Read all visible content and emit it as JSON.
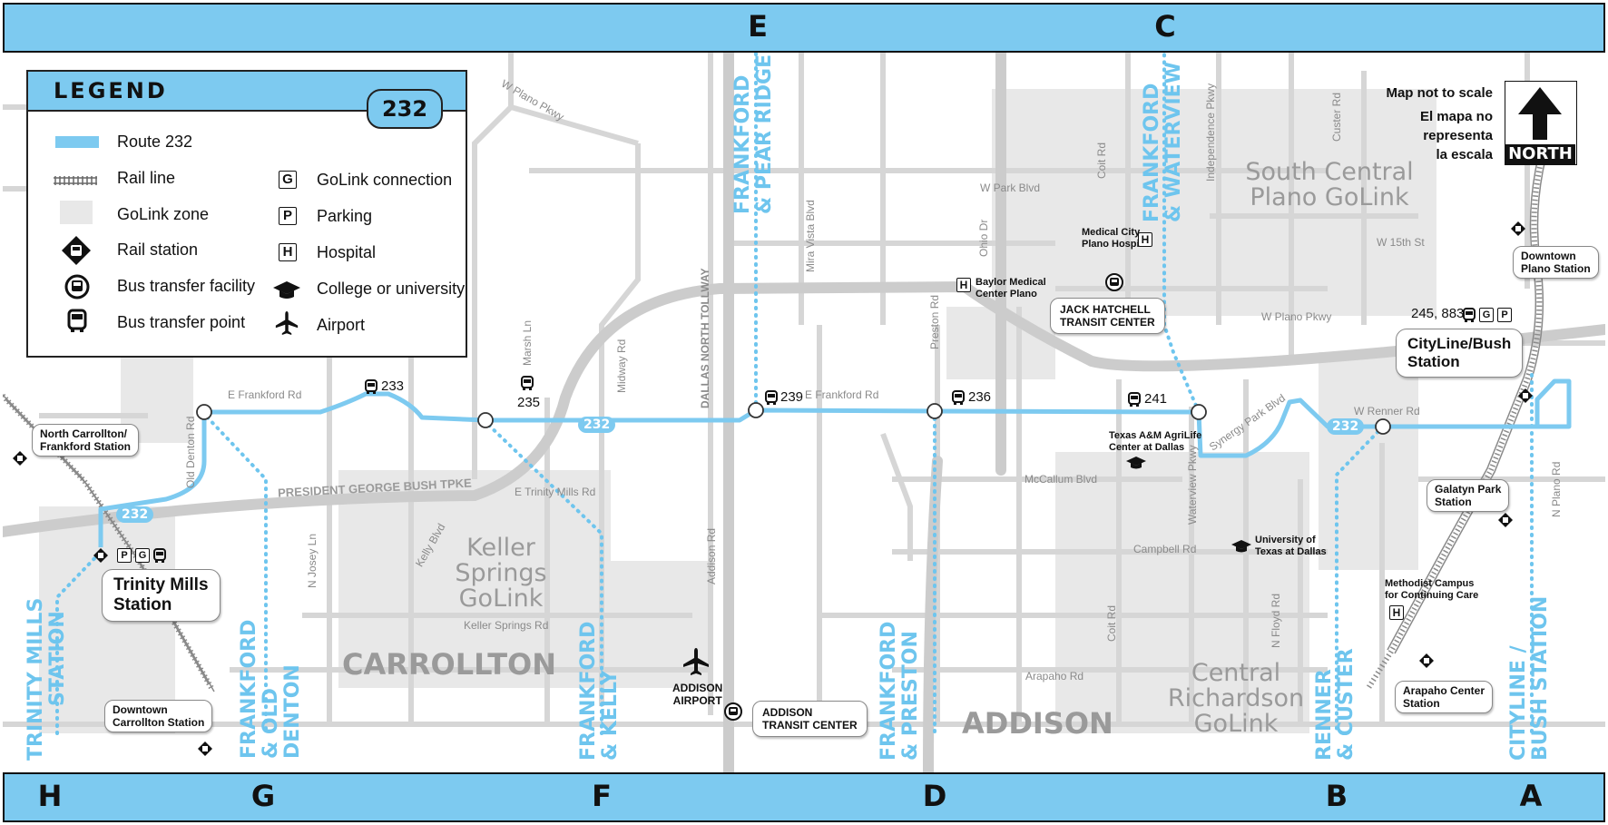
{
  "top_letters": [
    "E",
    "C"
  ],
  "bottom_letters": [
    "H",
    "G",
    "F",
    "D",
    "B",
    "A"
  ],
  "colors": {
    "route": "#7dcaf0",
    "band": "#7dcaf0",
    "road": "#d2d2d2",
    "zone": "#e8e8e8",
    "timepoint_title": "#6ec5ee"
  },
  "legend": {
    "title": "LEGEND",
    "route_number": "232",
    "items_left": [
      "Route 232",
      "Rail line",
      "GoLink zone",
      "Rail station",
      "Bus transfer facility",
      "Bus transfer point"
    ],
    "items_right": [
      "GoLink connection",
      "Parking",
      "Hospital",
      "College or university",
      "Airport"
    ]
  },
  "scale_note": {
    "en": "Map not to scale",
    "es_line1": "El mapa no",
    "es_line2": "representa",
    "es_line3": "la escala"
  },
  "north_label": "NORTH",
  "route_number": "232",
  "timepoints": {
    "h": {
      "line1": "TRINITY MILLS",
      "line2": "STATION"
    },
    "g": {
      "line1": "FRANKFORD",
      "line2": "& OLD",
      "line3": "DENTON"
    },
    "f": {
      "line1": "FRANKFORD",
      "line2": "& KELLY"
    },
    "e": {
      "line1": "FRANKFORD",
      "line2": "& PEAR RIDGE"
    },
    "d": {
      "line1": "FRANKFORD",
      "line2": "& PRESTON"
    },
    "c": {
      "line1": "FRANKFORD",
      "line2": "& WATERVIEW"
    },
    "b": {
      "line1": "RENNER",
      "line2": "& CUSTER"
    },
    "a": {
      "line1": "CITYLINE /",
      "line2": "BUSH STATION"
    }
  },
  "zones": {
    "keller": {
      "l1": "Keller",
      "l2": "Springs",
      "l3": "GoLink"
    },
    "south_plano": {
      "l1": "South Central",
      "l2": "Plano GoLink"
    },
    "central_rich": {
      "l1": "Central",
      "l2": "Richardson",
      "l3": "GoLink"
    }
  },
  "cities": {
    "carrollton": "CARROLLTON",
    "addison": "ADDISON"
  },
  "stations": {
    "north_carrollton": {
      "l1": "North Carrollton/",
      "l2": "Frankford Station"
    },
    "trinity_mills": {
      "l1": "Trinity Mills",
      "l2": "Station"
    },
    "downtown_carrollton": {
      "l1": "Downtown",
      "l2": "Carrollton Station"
    },
    "addison_tc": {
      "l1": "ADDISON",
      "l2": "TRANSIT CENTER"
    },
    "jack_hatchell": {
      "l1": "JACK HATCHELL",
      "l2": "TRANSIT CENTER"
    },
    "downtown_plano": {
      "l1": "Downtown",
      "l2": "Plano Station"
    },
    "cityline": {
      "l1": "CityLine/Bush",
      "l2": "Station"
    },
    "galatyn": {
      "l1": "Galatyn Park",
      "l2": "Station"
    },
    "arapaho": {
      "l1": "Arapaho Center",
      "l2": "Station"
    }
  },
  "connections": {
    "cityline": "245, 883",
    "b233": "233",
    "b235": "235",
    "b239": "239",
    "b236": "236",
    "b241": "241"
  },
  "landmarks": {
    "medical_city": {
      "l1": "Medical City",
      "l2": "Plano Hospital"
    },
    "baylor": {
      "l1": "Baylor Medical",
      "l2": "Center Plano"
    },
    "texas_am": {
      "l1": "Texas A&M AgriLife",
      "l2": "Center at Dallas"
    },
    "utd": {
      "l1": "University of",
      "l2": "Texas at Dallas"
    },
    "methodist": {
      "l1": "Methodist Campus",
      "l2": "for Continuing Care"
    },
    "addison_airport": {
      "l1": "ADDISON",
      "l2": "AIRPORT"
    }
  },
  "streets": {
    "e_frankford_w": "E Frankford Rd",
    "e_frankford_e": "E Frankford Rd",
    "old_denton": "Old Denton Rd",
    "pgb": "PRESIDENT GEORGE BUSH TPKE",
    "e_trinity_mills": "E Trinity Mills Rd",
    "keller_springs": "Keller Springs Rd",
    "n_josey": "N Josey Ln",
    "kelly": "Kelly Blvd",
    "marsh": "Marsh Ln",
    "midway": "Midway Rd",
    "dnt": "DALLAS NORTH TOLLWAY",
    "addison_rd": "Addison Rd",
    "mira_vista": "Mira Vista Blvd",
    "w_park": "W Park Blvd",
    "ohio": "Ohio Dr",
    "preston": "Preston Rd",
    "coit_n": "Coit Rd",
    "coit_s": "Coit Rd",
    "independence": "Independence Pkwy",
    "custer": "Custer Rd",
    "w_15th": "W 15th St",
    "w_plano_e": "W Plano Pkwy",
    "w_plano_w": "W Plano Pkwy",
    "w_renner": "W Renner Rd",
    "synergy": "Synergy Park Blvd",
    "mccallum": "McCallum Blvd",
    "waterview": "Waterview Pkwy",
    "campbell": "Campbell Rd",
    "n_floyd": "N Floyd Rd",
    "arapaho_rd": "Arapaho Rd",
    "n_plano": "N Plano Rd"
  }
}
